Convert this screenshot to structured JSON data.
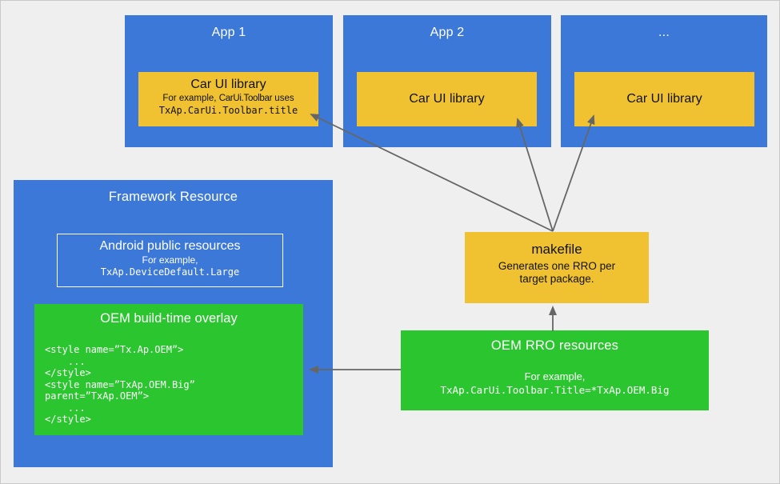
{
  "colors": {
    "bg": "#EFEFEF",
    "blue": "#3C78D8",
    "yellow": "#F0C232",
    "green": "#2BC62F",
    "arrow": "#666666"
  },
  "apps": [
    {
      "title": "App 1",
      "lib": {
        "title": "Car UI library",
        "example_prefix": "For example, ",
        "example_code": "CarUi.Toolbar",
        "example_suffix": " uses",
        "example_mono": "TxAp.CarUi.Toolbar.title"
      }
    },
    {
      "title": "App 2",
      "lib": {
        "title": "Car UI library"
      }
    },
    {
      "title": "...",
      "lib": {
        "title": "Car UI library"
      }
    }
  ],
  "framework": {
    "title": "Framework Resource",
    "public_resources": {
      "title": "Android public resources",
      "example_label": "For example,",
      "example_code": "TxAp.DeviceDefault.Large"
    },
    "overlay": {
      "title": "OEM build-time overlay",
      "code_lines": [
        "<style name=”Tx.Ap.OEM”>",
        "    ...",
        "</style>",
        "<style name=”TxAp.OEM.Big”",
        "parent=”TxAp.OEM”>",
        "    ...",
        "</style>"
      ]
    }
  },
  "makefile": {
    "title": "makefile",
    "description": "Generates one RRO per target package."
  },
  "rro": {
    "title": "OEM RRO resources",
    "example_label": "For example,",
    "example_code": "TxAp.CarUi.Toolbar.Title=*TxAp.OEM.Big"
  }
}
